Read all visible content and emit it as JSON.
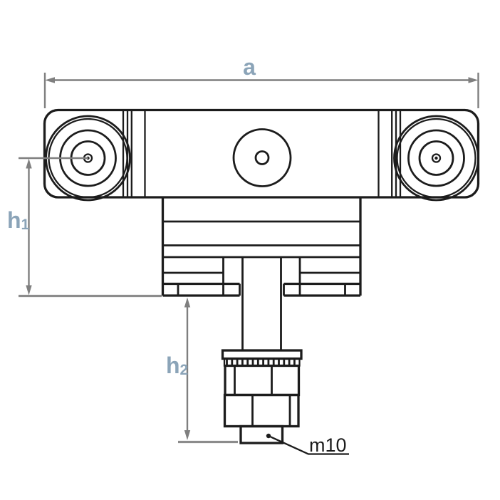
{
  "drawing": {
    "labels": {
      "width_dim": "a",
      "height1": {
        "base": "h",
        "sub": "1"
      },
      "height2": {
        "base": "h",
        "sub": "2"
      },
      "thread": "m10"
    },
    "colors": {
      "outline": "#1c1c1c",
      "dimension_line": "#7f7f7f",
      "dimension_label": "#8ba4b8",
      "background": "#ffffff"
    }
  }
}
